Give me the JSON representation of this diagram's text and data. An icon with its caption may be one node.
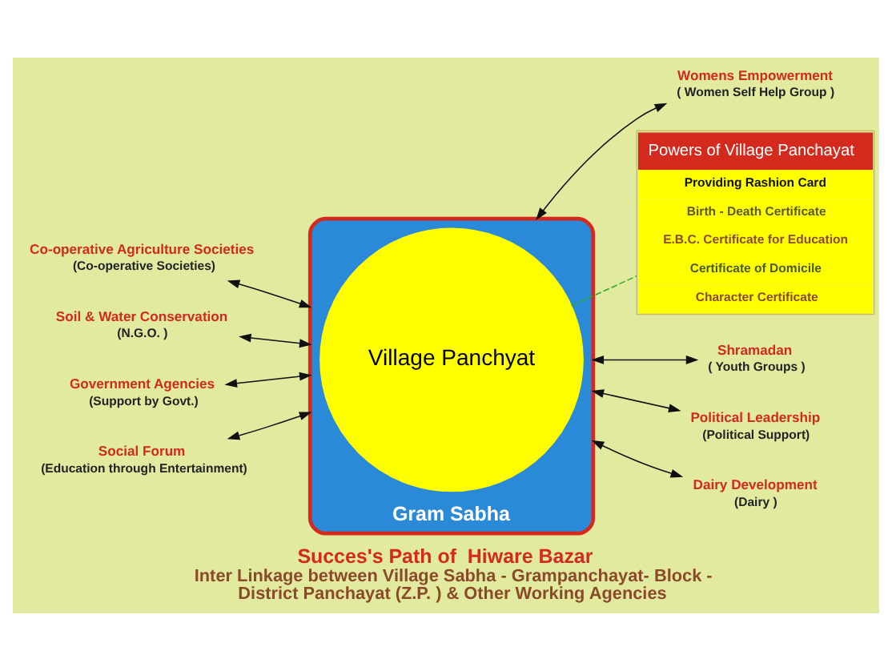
{
  "diagram": {
    "title": "Succes's Path of  Hiware Bazar",
    "caption": "Inter Linkage between Village Sabha - Grampanchayat- Block - District Panchayat (Z.P. ) & Other Working Agencies",
    "nodes": [
      {
        "text": [
          "Co-operative Agriculture Societies",
          "(Co-operative Societies)"
        ]
      },
      {
        "text": [
          "Womens Empowerment",
          "( Women Self Help Group )"
        ]
      },
      {
        "text": [
          "Soil & Water Conservation",
          "(N.G.O. )"
        ]
      },
      {
        "text": [
          "Gram Sabha"
        ]
      },
      {
        "text": [
          "Village Panchyat"
        ],
        "in": 3
      },
      {
        "text": [
          "Powers of Village Panchayat",
          "Providing Rashion Card",
          "Birth - Death Certificate",
          "E.B.C. Certificate for Education",
          "Certificate of Domicile",
          "Character Certificate"
        ]
      },
      {
        "text": [
          "Government Agencies",
          "(Support by Govt.)"
        ]
      },
      {
        "text": [
          "Shramadan",
          "( Youth Groups )"
        ]
      },
      {
        "text": [
          "Social Forum",
          "(Education through Entertainment)"
        ]
      },
      {
        "text": [
          "Political Leadership",
          "(Political Support)"
        ]
      },
      {
        "text": [
          "Dairy Development",
          "(Dairy )"
        ]
      }
    ],
    "edges": [
      {
        "from": 0,
        "to": 3,
        "arrow": "both"
      },
      {
        "from": 3,
        "to": 1,
        "arrow": "both"
      },
      {
        "from": 2,
        "to": 3,
        "arrow": "both"
      },
      {
        "from": 6,
        "to": 3,
        "arrow": "both"
      },
      {
        "from": 3,
        "to": 7,
        "arrow": "both"
      },
      {
        "from": 8,
        "to": 3,
        "arrow": "both"
      },
      {
        "from": 3,
        "to": 9,
        "arrow": "both"
      },
      {
        "from": 3,
        "to": 10,
        "arrow": "both"
      },
      {
        "from": 4,
        "to": 5,
        "arrow": "none",
        "style": "dashed",
        "color": "#2ea82e"
      }
    ]
  }
}
